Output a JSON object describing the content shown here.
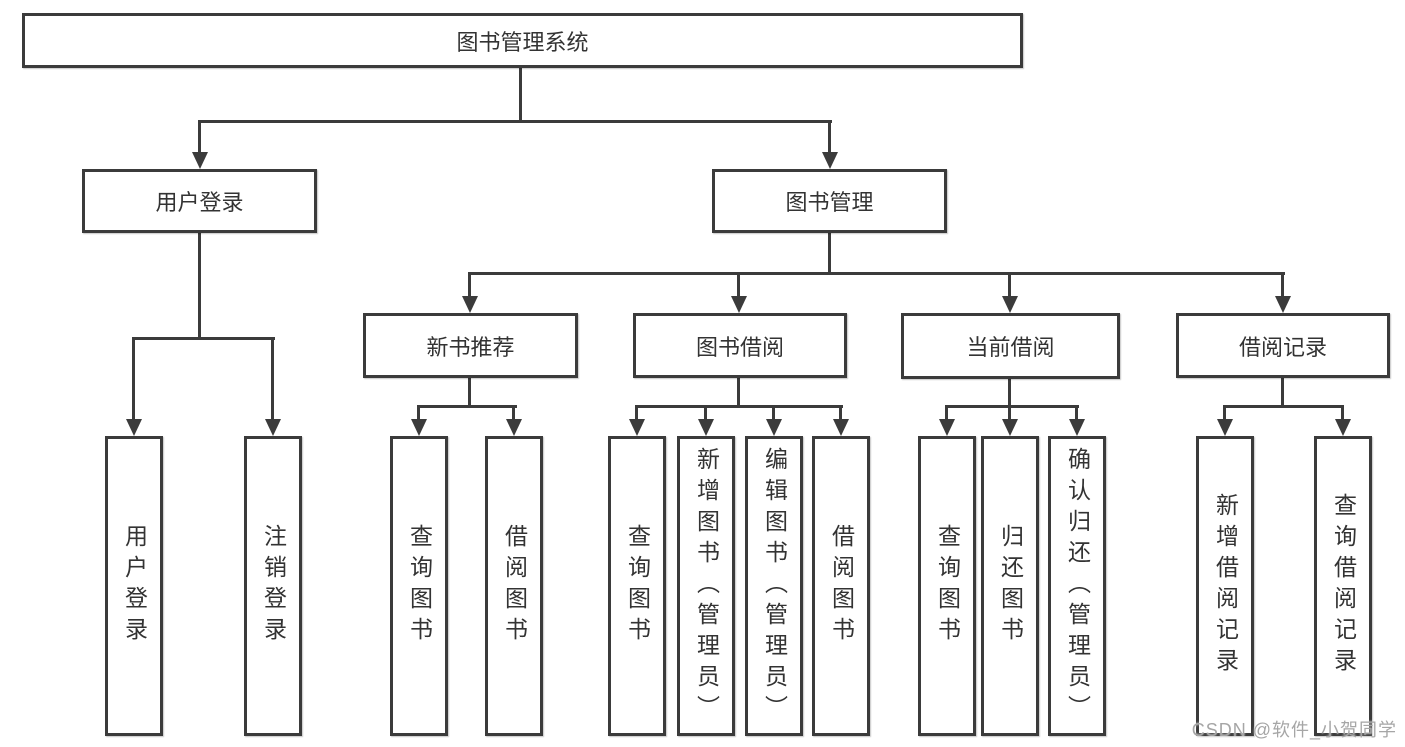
{
  "diagram": {
    "root": {
      "label": "图书管理系统"
    },
    "level2": {
      "user_login": {
        "label": "用户登录"
      },
      "book_mgmt": {
        "label": "图书管理"
      }
    },
    "level3": {
      "new_books": {
        "label": "新书推荐"
      },
      "book_borrow": {
        "label": "图书借阅"
      },
      "current_borrow": {
        "label": "当前借阅"
      },
      "borrow_records": {
        "label": "借阅记录"
      }
    },
    "leaves": {
      "user_login": [
        "用户登录",
        "注销登录"
      ],
      "new_books": [
        "查询图书",
        "借阅图书"
      ],
      "book_borrow": [
        "查询图书",
        "新增图书（管理员）",
        "编辑图书（管理员）",
        "借阅图书"
      ],
      "current_borrow": [
        "查询图书",
        "归还图书",
        "确认归还（管理员）"
      ],
      "borrow_records": [
        "新增借阅记录",
        "查询借阅记录"
      ]
    }
  },
  "watermark": {
    "text": "CSDN @软件_小贺同学"
  },
  "colors": {
    "line": "#3b3b3b",
    "text": "#333333",
    "background": "#ffffff",
    "watermark": "#a6a6a6"
  }
}
